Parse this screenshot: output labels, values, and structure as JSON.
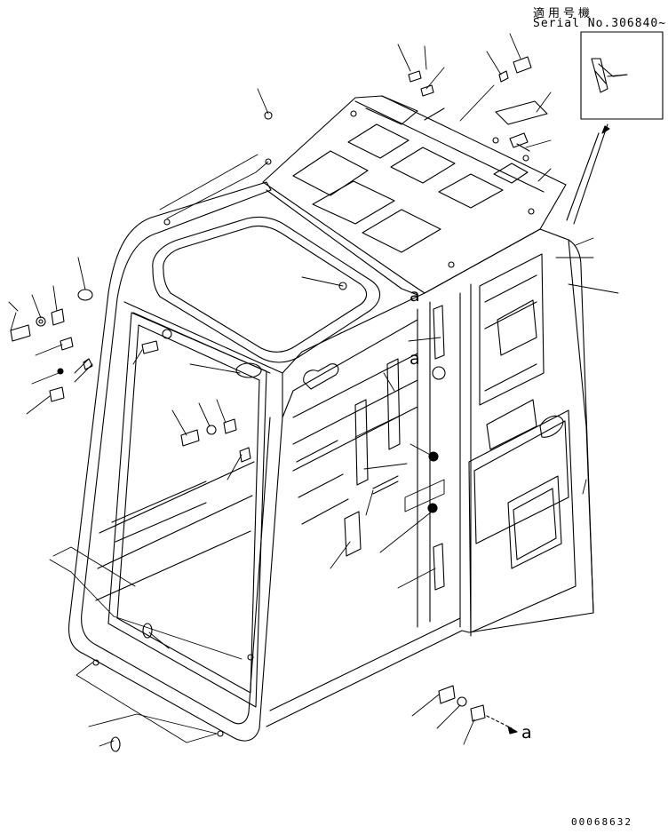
{
  "header": {
    "applicable_label": "適用号機",
    "serial_label": "Serial No.306840~"
  },
  "callouts": {
    "view_ref_a1": "a",
    "view_ref_a2": "a",
    "view_ref_a3": "a"
  },
  "footer": {
    "drawing_number": "00068632"
  }
}
